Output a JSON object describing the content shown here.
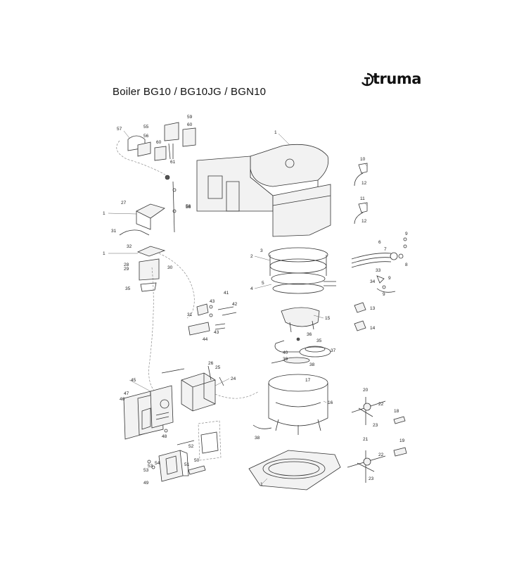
{
  "title": "Boiler BG10 / BG10JG / BGN10",
  "logo": {
    "text": "truma",
    "icon": "truma-logo-mark"
  },
  "part_labels": [
    "1",
    "2",
    "3",
    "4",
    "5",
    "6",
    "7",
    "8",
    "9",
    "10",
    "11",
    "12",
    "13",
    "14",
    "15",
    "16",
    "17",
    "18",
    "19",
    "20",
    "21",
    "22",
    "23",
    "24",
    "25",
    "26",
    "27",
    "28",
    "29",
    "30",
    "31",
    "32",
    "33",
    "34",
    "35",
    "36",
    "37",
    "38",
    "39",
    "40",
    "41",
    "42",
    "43",
    "44",
    "45",
    "46",
    "47",
    "48",
    "49",
    "50",
    "51",
    "52",
    "53",
    "54",
    "55",
    "56",
    "57",
    "58",
    "59",
    "60",
    "61"
  ]
}
